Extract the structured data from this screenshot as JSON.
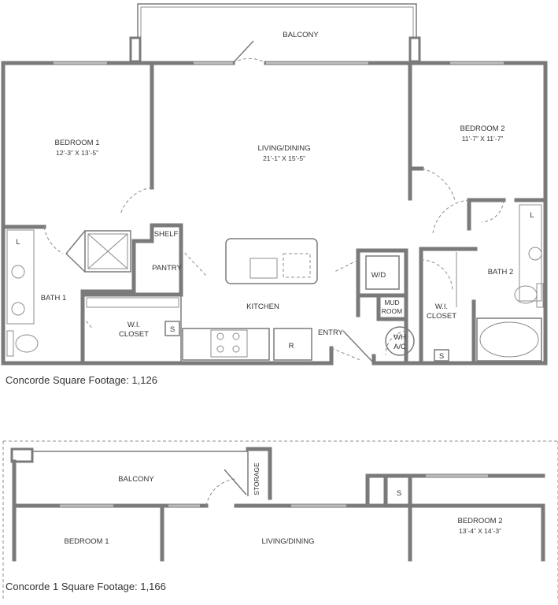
{
  "plan1": {
    "caption": "Concorde Square Footage: 1,126",
    "rooms": {
      "balcony": "BALCONY",
      "bedroom1": "BEDROOM 1",
      "bedroom1_dim": "12’-3” X 13’-5”",
      "living": "LIVING/DINING",
      "living_dim": "21’-1” X 15’-5”",
      "bedroom2": "BEDROOM 2",
      "bedroom2_dim": "11’-7” X 11’-7”",
      "shelf": "SHELF",
      "pantry": "PANTRY",
      "kitchen": "KITCHEN",
      "entry": "ENTRY",
      "bath1": "BATH 1",
      "bath2": "BATH 2",
      "wi_closet1": [
        "W.I.",
        "CLOSET"
      ],
      "wi_closet2": [
        "W.I.",
        "CLOSET"
      ],
      "mud_room": [
        "MUD",
        "ROOM"
      ],
      "wh": [
        "WH",
        "A/C"
      ],
      "wd": "W/D",
      "r": "R",
      "s1": "S",
      "s2": "S",
      "l1": "L",
      "l2": "L"
    }
  },
  "plan2": {
    "caption": "Concorde 1 Square Footage: 1,166",
    "rooms": {
      "balcony": "BALCONY",
      "storage": "STORAGE",
      "bedroom1": "BEDROOM 1",
      "living": "LIVING/DINING",
      "bedroom2": "BEDROOM 2",
      "bedroom2_dim": "13’-4” X 14’-3”",
      "s": "S"
    }
  }
}
